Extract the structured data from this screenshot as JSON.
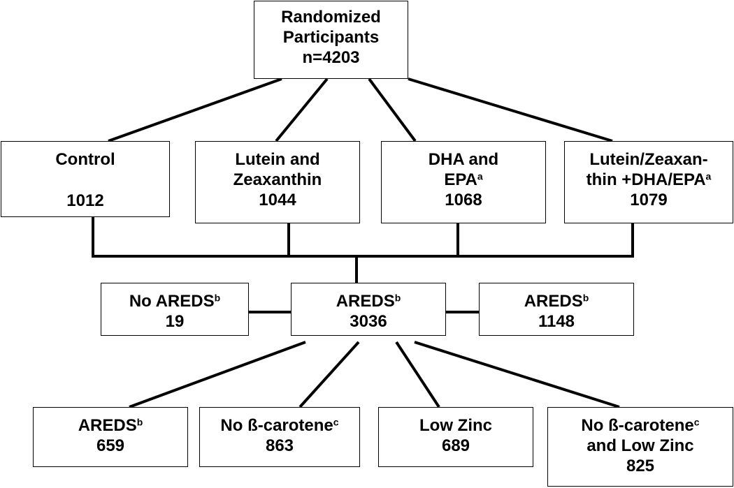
{
  "nodes": {
    "root": {
      "line1": "Randomized",
      "line2": "Participants",
      "line3": "n=4203"
    },
    "control": {
      "line1": "Control",
      "count": "1012"
    },
    "lutein": {
      "line1": "Lutein and",
      "line2": "Zeaxanthin",
      "count": "1044"
    },
    "dha": {
      "line1": "DHA and",
      "line2": "EPA",
      "line2_sup": "a",
      "count": "1068"
    },
    "lz_dha": {
      "line1": "Lutein/Zeaxan-",
      "line2": "thin +DHA/EPA",
      "line2_sup": "a",
      "count": "1079"
    },
    "no_areds": {
      "label": "No AREDS",
      "sup": "b",
      "count": "19"
    },
    "areds_main": {
      "label": "AREDS",
      "sup": "b",
      "count": "3036"
    },
    "areds_right": {
      "label": "AREDS",
      "sup": "b",
      "count": "1148"
    },
    "areds_sub": {
      "label": "AREDS",
      "sup": "b",
      "count": "659"
    },
    "no_beta": {
      "label": "No ß-carotene",
      "sup": "c",
      "count": "863"
    },
    "low_zinc": {
      "label": "Low Zinc",
      "count": "689"
    },
    "no_beta_low_zinc": {
      "line1": "No ß-carotene",
      "line1_sup": "c",
      "line2": "and Low Zinc",
      "count": "825"
    }
  },
  "colors": {
    "stroke": "#000000",
    "background": "#ffffff",
    "text": "#000000"
  }
}
